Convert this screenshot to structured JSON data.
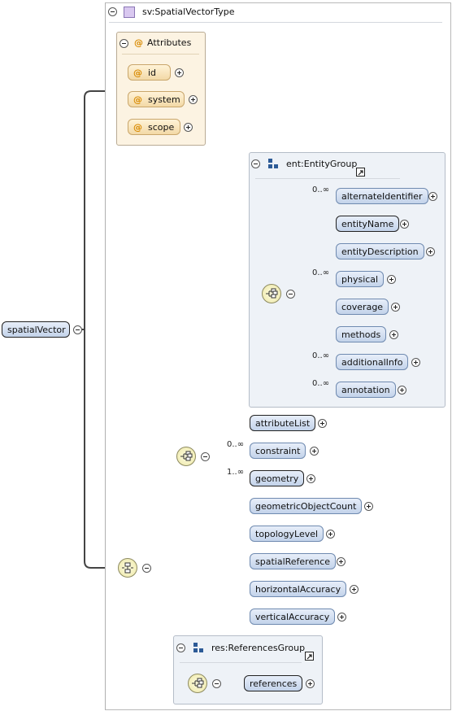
{
  "root": {
    "label": "spatialVector"
  },
  "type": {
    "label": "sv:SpatialVectorType"
  },
  "attributes": {
    "header": "Attributes",
    "items": [
      {
        "label": "id"
      },
      {
        "label": "system"
      },
      {
        "label": "scope"
      }
    ]
  },
  "entity_group": {
    "label": "ent:EntityGroup",
    "items": [
      {
        "label": "alternateIdentifier",
        "card": "0..∞"
      },
      {
        "label": "entityName",
        "card": ""
      },
      {
        "label": "entityDescription",
        "card": ""
      },
      {
        "label": "physical",
        "card": "0..∞"
      },
      {
        "label": "coverage",
        "card": ""
      },
      {
        "label": "methods",
        "card": ""
      },
      {
        "label": "additionalInfo",
        "card": "0..∞"
      },
      {
        "label": "annotation",
        "card": "0..∞"
      }
    ]
  },
  "sequence_items": [
    {
      "label": "attributeList",
      "card": ""
    },
    {
      "label": "constraint",
      "card": "0..∞"
    },
    {
      "label": "geometry",
      "card": "1..∞"
    },
    {
      "label": "geometricObjectCount",
      "card": ""
    },
    {
      "label": "topologyLevel",
      "card": ""
    },
    {
      "label": "spatialReference",
      "card": ""
    },
    {
      "label": "horizontalAccuracy",
      "card": ""
    },
    {
      "label": "verticalAccuracy",
      "card": ""
    }
  ],
  "references_group": {
    "label": "res:ReferencesGroup",
    "item": {
      "label": "references"
    }
  },
  "colors": {
    "element_fill": "#c3d3ea",
    "attribute_fill": "#f3d9a6",
    "attribute_panel": "#fcf3e2",
    "group_panel": "#eef2f7",
    "compositor_fill": "#ece7a8"
  }
}
